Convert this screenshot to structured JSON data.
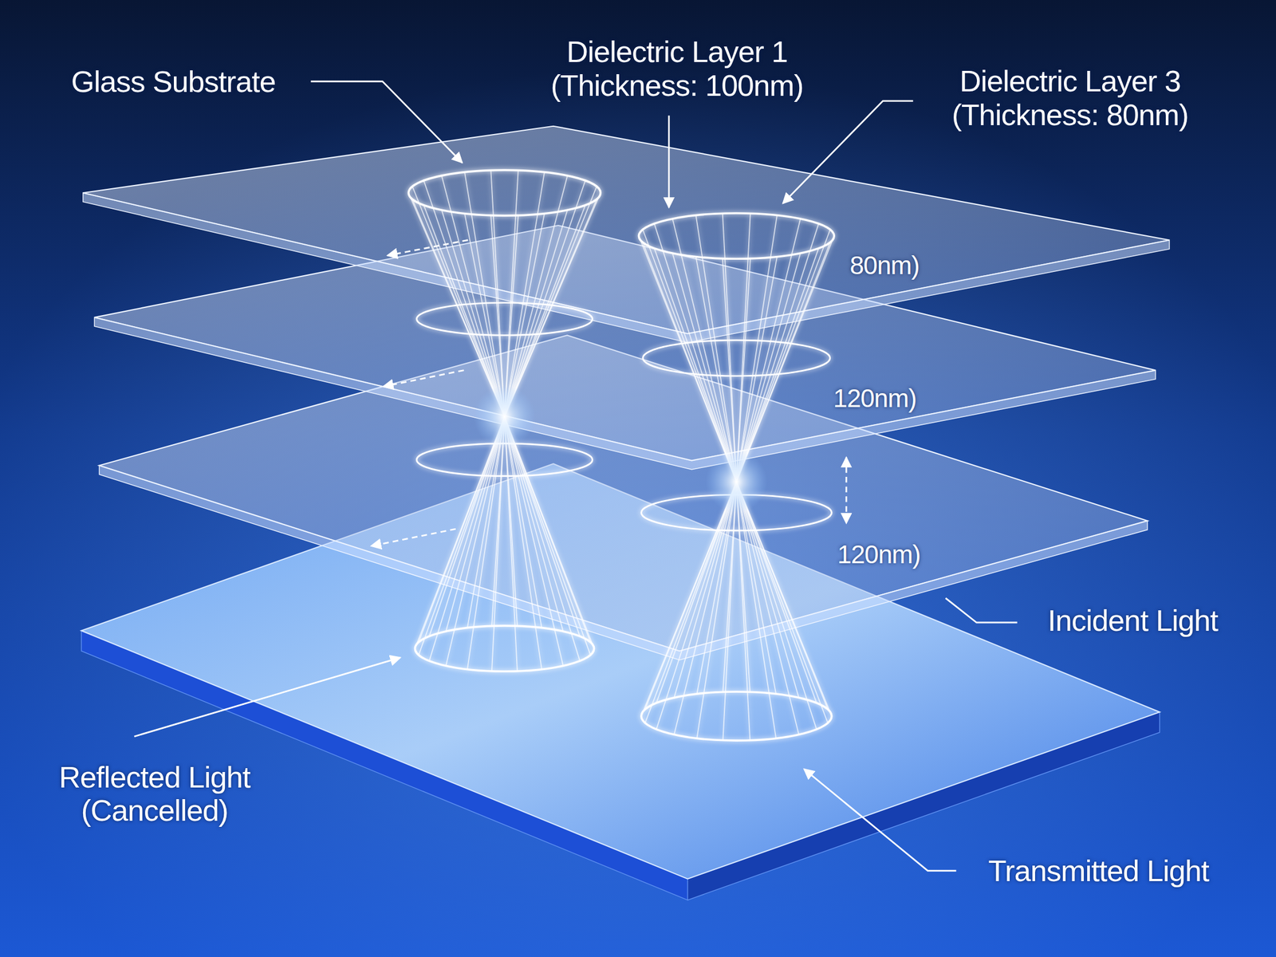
{
  "diagram": {
    "labels": [
      "Glass Substrate",
      "Dielectric Layer 1 (Thickness: 100nm)",
      "Dielectric Layer 3 (Thickness: 80nm)",
      "80nm)",
      "120nm)",
      "120nm)",
      "Incident Light",
      "Reflected Light (Cancelled)",
      "Transmitted Light"
    ]
  }
}
